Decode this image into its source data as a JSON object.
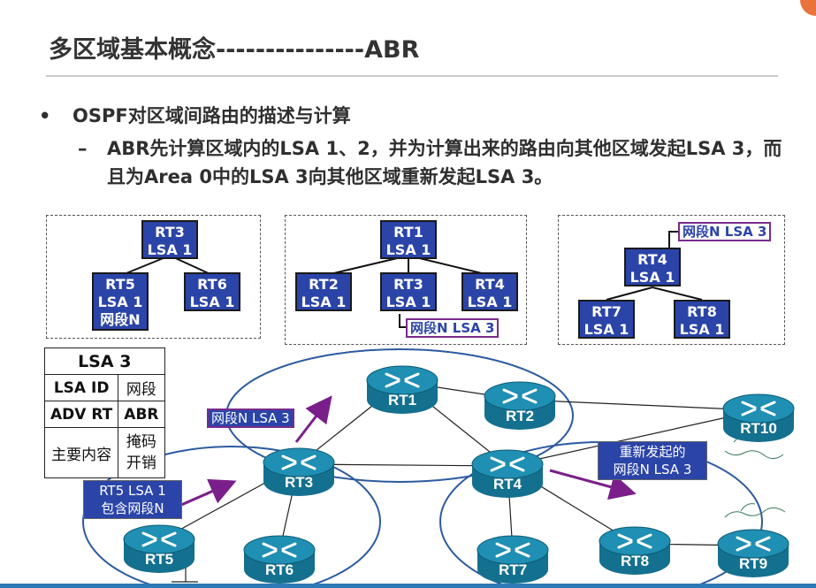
{
  "header": {
    "title": "多区域基本概念---------------ABR"
  },
  "bullets": {
    "dot": "•",
    "level1": "OSPF对区域间路由的描述与计算",
    "dash": "–",
    "level2": "ABR先计算区域内的LSA 1、2，并为计算出来的路由向其他区域发起LSA 3，而且为Area 0中的LSA 3向其他区域重新发起LSA 3。"
  },
  "trees": {
    "left": {
      "root": {
        "name": "RT3",
        "lsa": "LSA 1"
      },
      "children": [
        {
          "name": "RT5",
          "lsa": "LSA 1",
          "extra": "网段N"
        },
        {
          "name": "RT6",
          "lsa": "LSA 1"
        }
      ]
    },
    "middle": {
      "root": {
        "name": "RT1",
        "lsa": "LSA 1"
      },
      "children": [
        {
          "name": "RT2",
          "lsa": "LSA 1"
        },
        {
          "name": "RT3",
          "lsa": "LSA 1"
        },
        {
          "name": "RT4",
          "lsa": "LSA 1"
        }
      ],
      "tag": "网段N LSA 3"
    },
    "right": {
      "root": {
        "name": "RT4",
        "lsa": "LSA 1"
      },
      "children": [
        {
          "name": "RT7",
          "lsa": "LSA 1"
        },
        {
          "name": "RT8",
          "lsa": "LSA 1"
        }
      ],
      "tag": "网段N LSA 3"
    }
  },
  "lsa_table": {
    "header": "LSA 3",
    "rows": [
      {
        "k": "LSA ID",
        "v": "网段"
      },
      {
        "k": "ADV RT",
        "v": "ABR"
      },
      {
        "k": "主要内容",
        "v": "掩码 开销"
      }
    ]
  },
  "routers": [
    "RT1",
    "RT2",
    "RT3",
    "RT4",
    "RT5",
    "RT6",
    "RT7",
    "RT8",
    "RT9",
    "RT10"
  ],
  "annotations": {
    "rt3_tag": "网段N LSA 3",
    "rt5_note": [
      "RT5 LSA 1",
      "包含网段N"
    ],
    "rt4_note": [
      "重新发起的",
      "网段N LSA 3"
    ]
  },
  "colors": {
    "node_fill": "#2b44a8",
    "tag_border": "#7a2a8c",
    "arrow": "#7a1f8a",
    "router": "#1f8fb3"
  }
}
